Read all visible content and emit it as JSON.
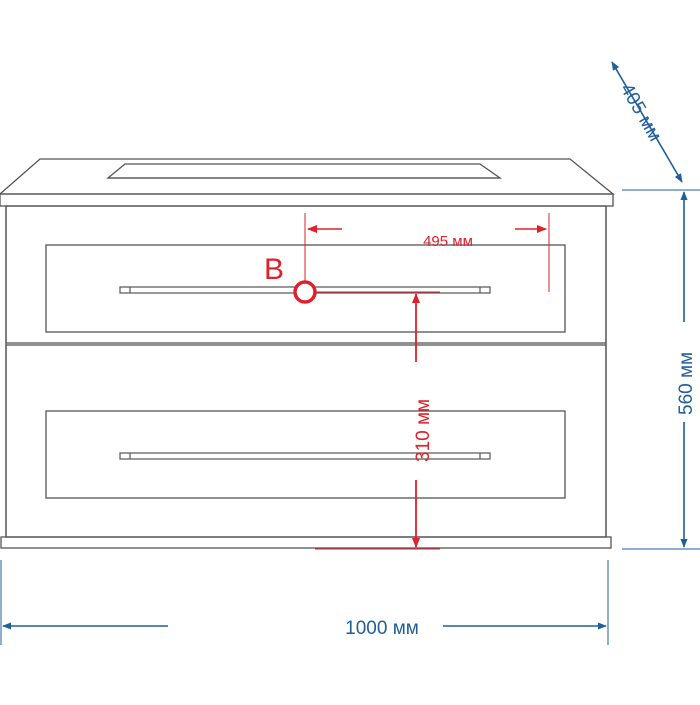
{
  "colors": {
    "outline": "#555555",
    "dimension_blue": "#1f5f9a",
    "accent_red": "#e0202a",
    "background": "#ffffff"
  },
  "dimensions": {
    "depth": "405 мм",
    "height": "560 мм",
    "width": "1000 мм",
    "drain_offset": "495 мм",
    "drain_height": "310 мм"
  },
  "markers": {
    "drain_point": "B"
  }
}
